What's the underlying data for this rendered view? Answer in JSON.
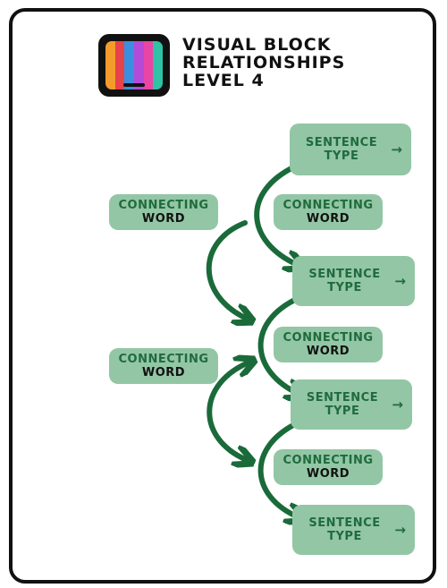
{
  "header": {
    "title_lines": [
      "VISUAL BLOCK",
      "RELATIONSHIPS",
      "LEVEL 4"
    ]
  },
  "logo": {
    "icon": "tv-icon",
    "stripe_colors": [
      "#f39c2b",
      "#e8424b",
      "#3b8fe0",
      "#b44bd8",
      "#e845a6",
      "#2fc2a4"
    ]
  },
  "colors": {
    "block_fill": "#93c6a5",
    "accent_green": "#1f6b3e",
    "arrow_green": "#1a6a3a",
    "outline": "#111111"
  },
  "blocks": {
    "sentence_1": {
      "line1": "SENTENCE",
      "line2": "TYPE",
      "arrow": "→"
    },
    "connecting_right_1": {
      "line1": "CONNECTING",
      "line2": "WORD"
    },
    "connecting_left_1": {
      "line1": "CONNECTING",
      "line2": "WORD"
    },
    "sentence_2": {
      "line1": "SENTENCE",
      "line2": "TYPE",
      "arrow": "→"
    },
    "connecting_right_2": {
      "line1": "CONNECTING",
      "line2": "WORD"
    },
    "connecting_left_2": {
      "line1": "CONNECTING",
      "line2": "WORD"
    },
    "sentence_3": {
      "line1": "SENTENCE",
      "line2": "TYPE",
      "arrow": "→"
    },
    "connecting_right_3": {
      "line1": "CONNECTING",
      "line2": "WORD"
    },
    "sentence_4": {
      "line1": "SENTENCE",
      "line2": "TYPE",
      "arrow": "→"
    }
  }
}
